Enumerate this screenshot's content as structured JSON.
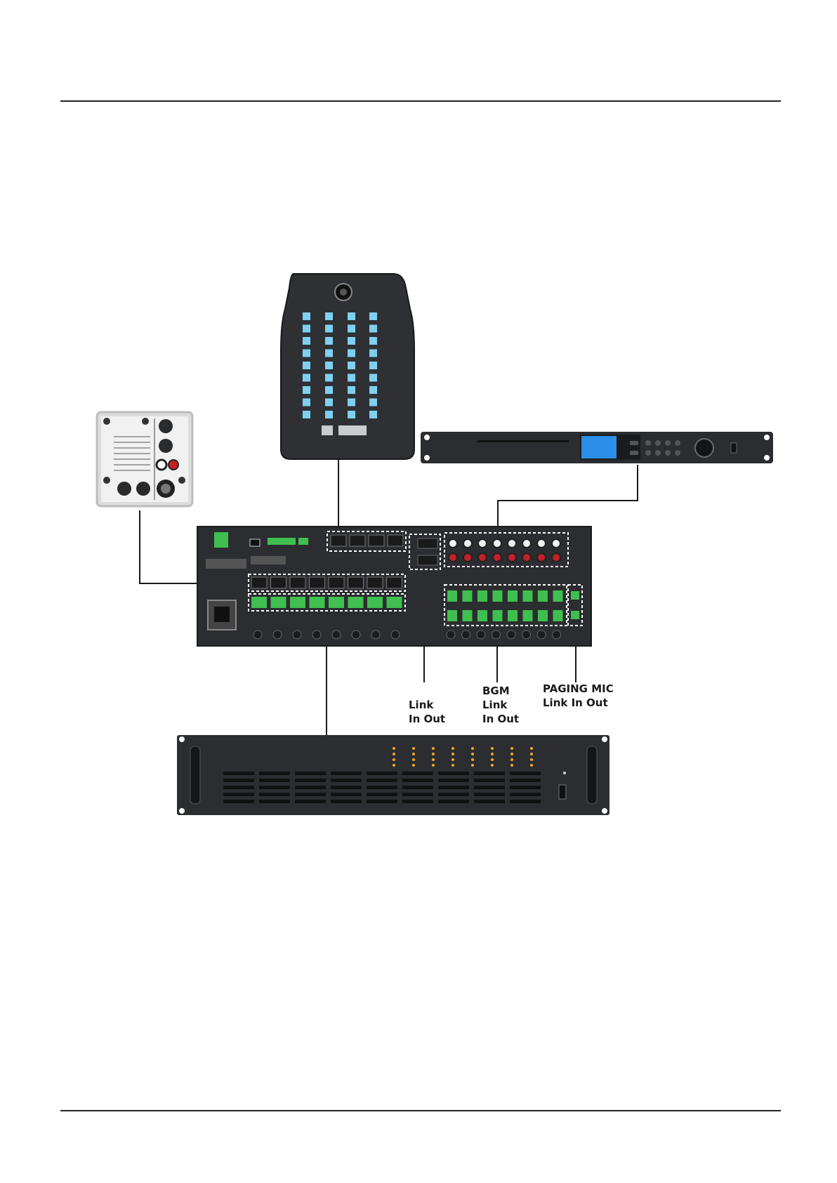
{
  "callouts": {
    "link": "Link\nIn Out",
    "bgm": "BGM\nLink\nIn Out",
    "paging_mic": "PAGING MIC\nLink In Out"
  },
  "colors": {
    "device_body": "#2b2d30",
    "device_dark": "#1d1e20",
    "button_blue": "#7fd0f0",
    "terminal_green": "#3fbf4f",
    "rca_red": "#c4202a",
    "lcd_blue": "#2b8ee8",
    "wall_panel": "#e4e4e4"
  }
}
